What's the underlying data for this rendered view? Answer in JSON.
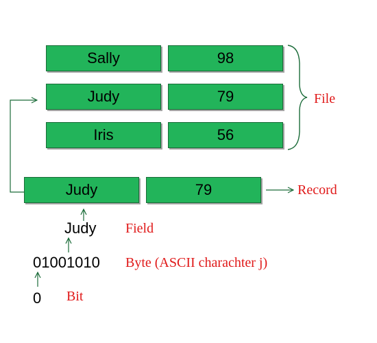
{
  "file": {
    "rows": [
      {
        "name": "Sally",
        "score": "98"
      },
      {
        "name": "Judy",
        "score": "79"
      },
      {
        "name": "Iris",
        "score": "56"
      }
    ],
    "label": "File"
  },
  "record": {
    "name": "Judy",
    "score": "79",
    "label": "Record"
  },
  "field": {
    "value": "Judy",
    "label": "Field"
  },
  "byte": {
    "value": "01001010",
    "label": "Byte (ASCII charachter j)"
  },
  "bit": {
    "value": "0",
    "label": "Bit"
  },
  "colors": {
    "cell_fill": "#22b45a",
    "connector": "#1a6b38",
    "label_red": "#e01919"
  }
}
